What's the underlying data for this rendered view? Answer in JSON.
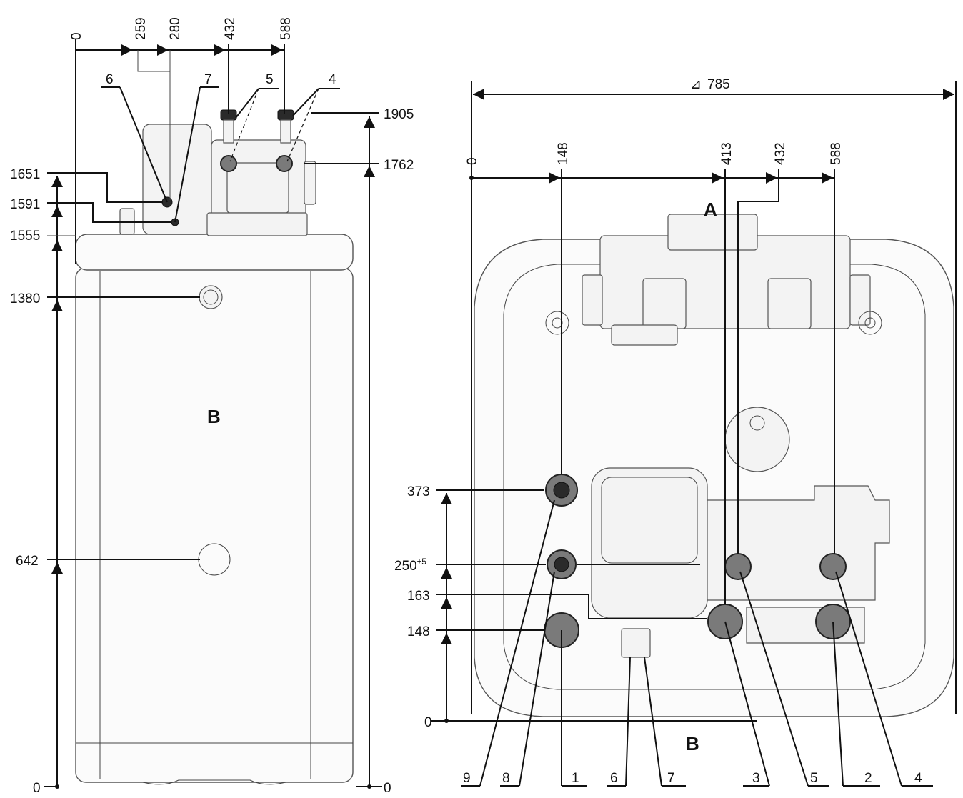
{
  "side_view": {
    "top_dims": [
      "0",
      "259",
      "280",
      "432",
      "588"
    ],
    "left_dims": [
      "1651",
      "1591",
      "1555",
      "1380",
      "642",
      "0"
    ],
    "right_dims": [
      "1905",
      "1762",
      "0"
    ],
    "callouts": [
      "6",
      "7",
      "5",
      "4"
    ],
    "zone_label": "B"
  },
  "top_view": {
    "overall_width": "785",
    "width_symbol": "⊿",
    "top_dims": [
      "0",
      "148",
      "413",
      "432",
      "588"
    ],
    "left_dims": [
      "373",
      "250",
      "163",
      "148",
      "0"
    ],
    "tolerance": "±5",
    "bottom_callouts": [
      "9",
      "8",
      "1",
      "6",
      "7",
      "3",
      "5",
      "2",
      "4"
    ],
    "label_top": "A",
    "label_bottom": "B"
  }
}
